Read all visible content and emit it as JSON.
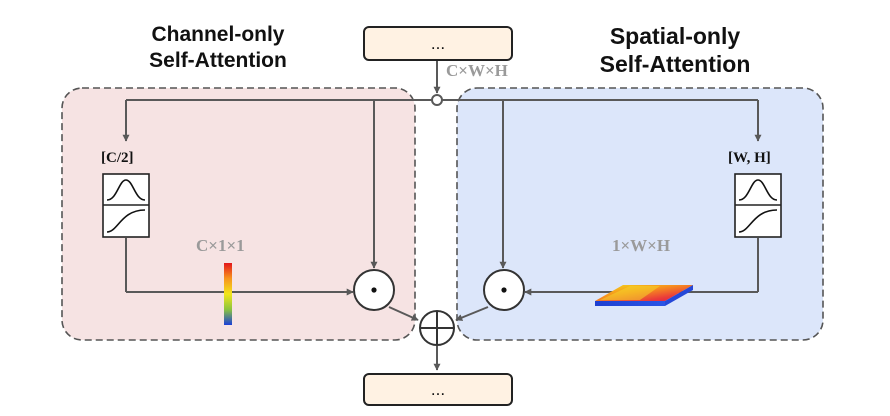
{
  "titles": {
    "channel_line1": "Channel-only",
    "channel_line2": "Self-Attention",
    "spatial_line1": "Spatial-only",
    "spatial_line2": "Self-Attention"
  },
  "boxes": {
    "input": "...",
    "output": "..."
  },
  "labels": {
    "input_shape": "C×W×H",
    "channel_shape": "C×1×1",
    "spatial_shape": "1×W×H",
    "channel_dim": "[C/2]",
    "spatial_dim": "[W, H]"
  },
  "colors": {
    "channel_panel": "#f6e3e3",
    "spatial_panel": "#dce6fa",
    "io_box": "#fff2e3",
    "line": "#595959",
    "shape_label": "#9a9a9a"
  }
}
